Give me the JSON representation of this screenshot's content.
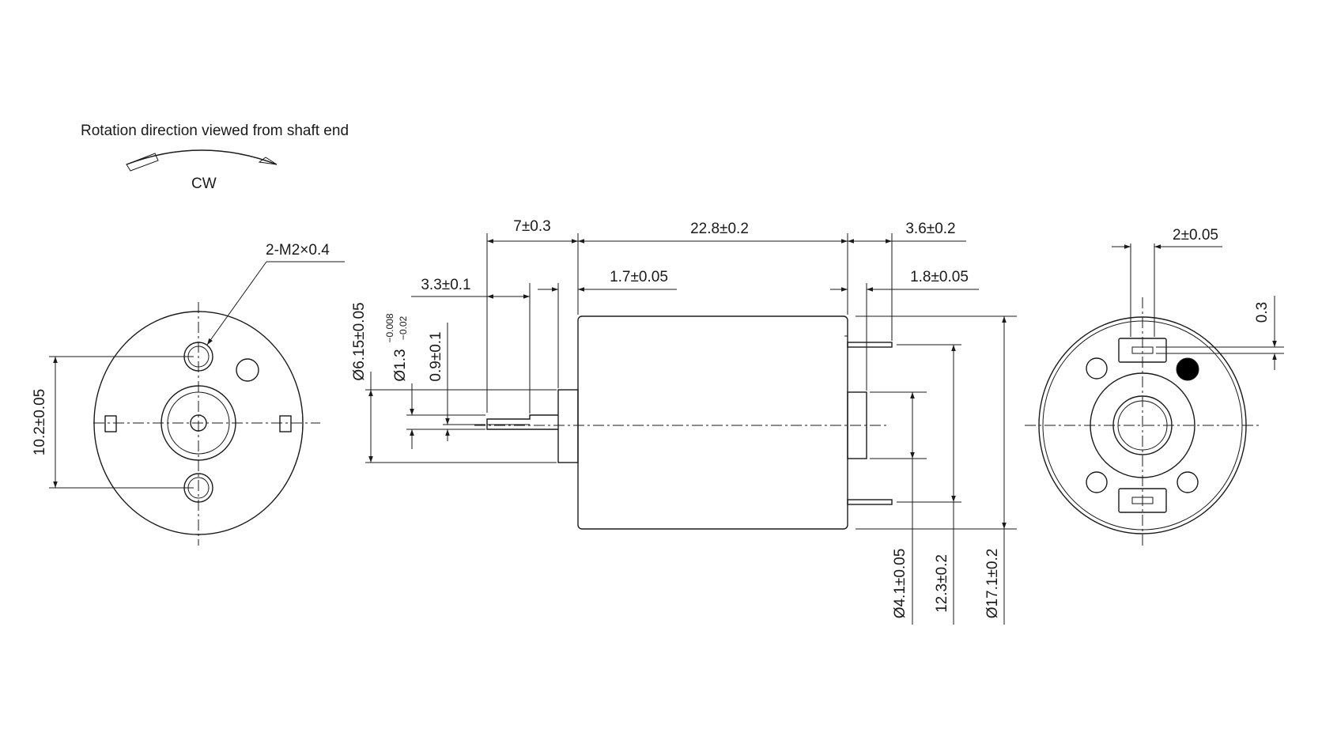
{
  "rotation": {
    "caption": "Rotation direction viewed from shaft end",
    "direction": "CW"
  },
  "front_view": {
    "thread_callout": "2-M2×0.4",
    "hole_spacing": "10.2±0.05"
  },
  "side_view": {
    "shaft_length": "7±0.3",
    "body_length": "22.8±0.2",
    "terminal_length": "3.6±0.2",
    "shaft_flat_length": "3.3±0.1",
    "boss_length": "1.7±0.05",
    "terminal_offset": "1.8±0.05",
    "boss_diameter": "Ø6.15±0.05",
    "shaft_diameter": "Ø1.3",
    "shaft_tol_upper": "−0.008",
    "shaft_tol_lower": "−0.02",
    "flat_height": "0.9±0.1",
    "rear_boss_diameter": "Ø4.1±0.05",
    "terminal_spacing": "12.3±0.2",
    "body_diameter": "Ø17.1±0.2"
  },
  "rear_view": {
    "terminal_width": "2±0.05",
    "terminal_thickness": "0.3"
  }
}
